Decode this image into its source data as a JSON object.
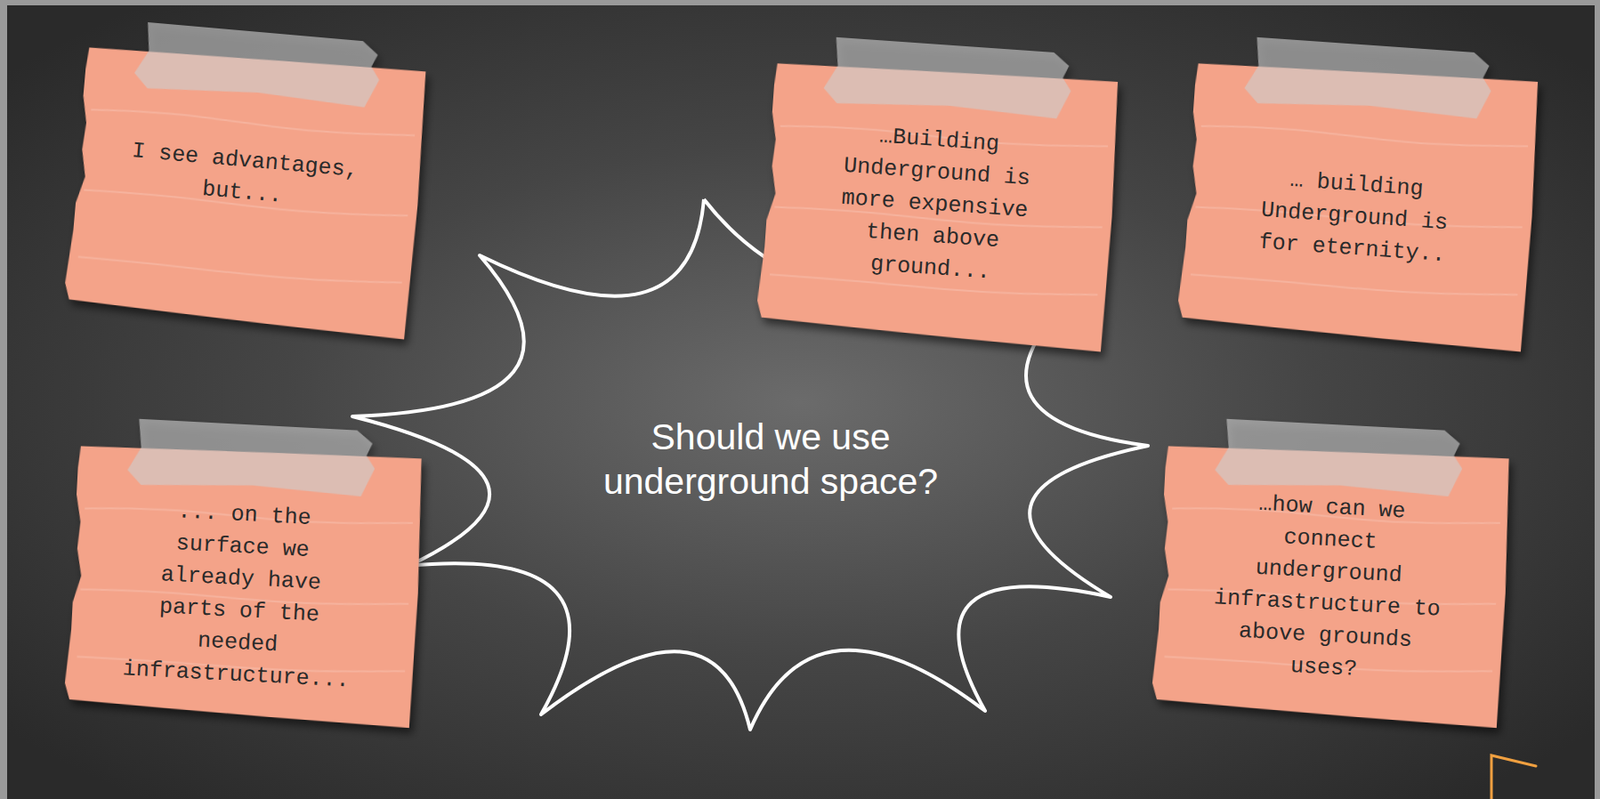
{
  "diagram": {
    "nodes": [
      {
        "text": [
          "Should we use underground space?"
        ]
      },
      {
        "text": [
          "I see advantages, but..."
        ]
      },
      {
        "text": [
          "…Building Underground is more expensive then above ground..."
        ]
      },
      {
        "text": [
          "… building Underground is for eternity.."
        ]
      },
      {
        "text": [
          "... on the surface we already have parts of the needed infrastructure..."
        ]
      },
      {
        "text": [
          "…how can we connect underground infrastructure to above grounds uses?"
        ]
      }
    ]
  }
}
